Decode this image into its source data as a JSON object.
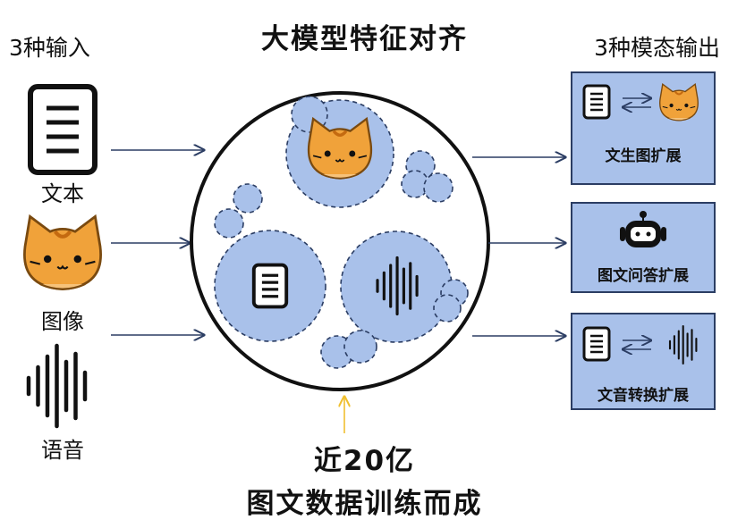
{
  "title": "大模型特征对齐",
  "inputs_header": "3种输入",
  "outputs_header": "3种模态输出",
  "inputs": [
    {
      "label": "文本",
      "icon": "document-icon"
    },
    {
      "label": "图像",
      "icon": "cat-icon"
    },
    {
      "label": "语音",
      "icon": "waveform-icon"
    }
  ],
  "outputs": [
    {
      "label": "文生图扩展",
      "icons": [
        "document-icon",
        "exchange-arrows-icon",
        "cat-icon"
      ]
    },
    {
      "label": "图文问答扩展",
      "icons": [
        "robot-icon"
      ]
    },
    {
      "label": "文音转换扩展",
      "icons": [
        "document-icon",
        "exchange-arrows-icon",
        "waveform-icon"
      ]
    }
  ],
  "bottom_text": {
    "line1": "近20亿",
    "line2": "图文数据训练而成"
  },
  "colors": {
    "bubble": "#a9c1ea",
    "bubble_stroke": "#2b3d63",
    "arrow": "#2b3d63",
    "cat": "#f0a23a",
    "yellow_arrow": "#f0c030"
  }
}
